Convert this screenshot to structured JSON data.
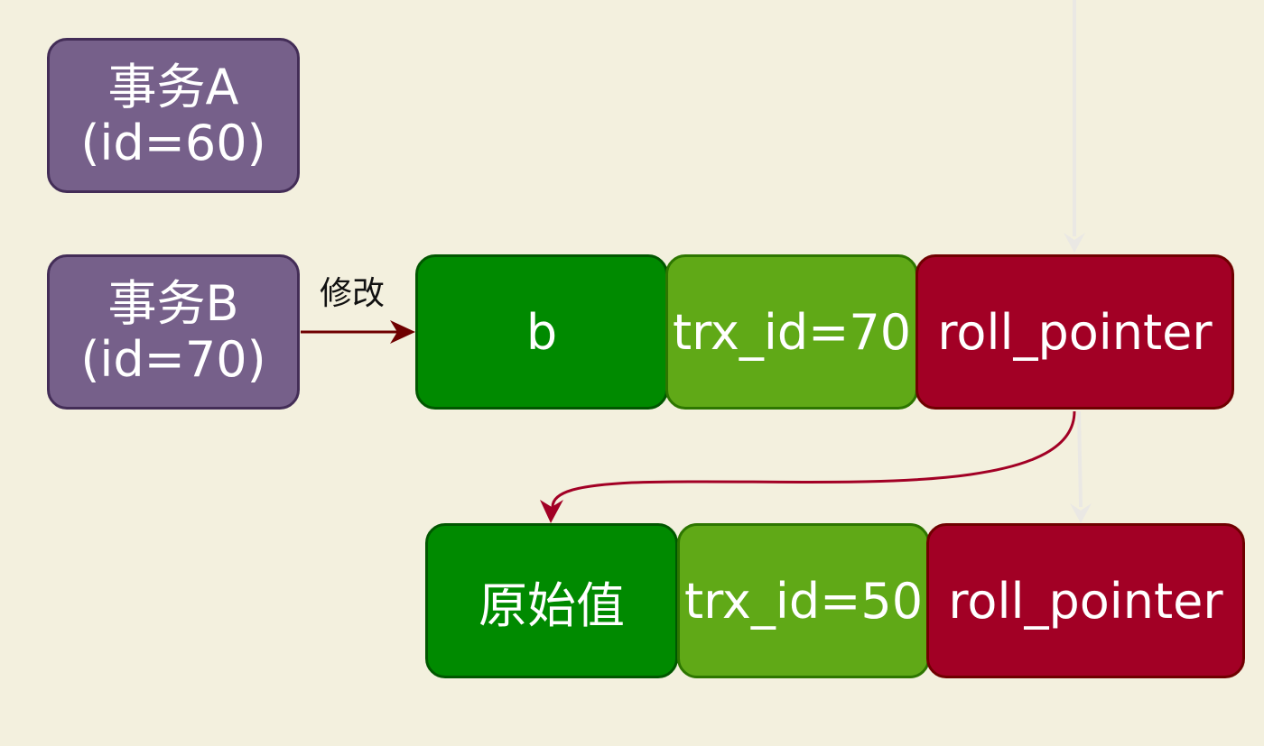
{
  "transactions": [
    {
      "title": "事务A",
      "id_text": "(id=60)"
    },
    {
      "title": "事务B",
      "id_text": "(id=70)"
    }
  ],
  "modify_label": "修改",
  "current_record": {
    "value": "b",
    "trx_id": "trx_id=70",
    "roll_pointer": "roll_pointer"
  },
  "undo_record": {
    "value": "原始值",
    "trx_id": "trx_id=50",
    "roll_pointer": "roll_pointer"
  },
  "colors": {
    "background": "#f3f0de",
    "transaction_fill": "#76608a",
    "value_fill": "#008a00",
    "trx_fill": "#60a917",
    "pointer_fill": "#a20025",
    "modify_arrow": "#6f0000",
    "pointer_arrow": "#a20025"
  }
}
